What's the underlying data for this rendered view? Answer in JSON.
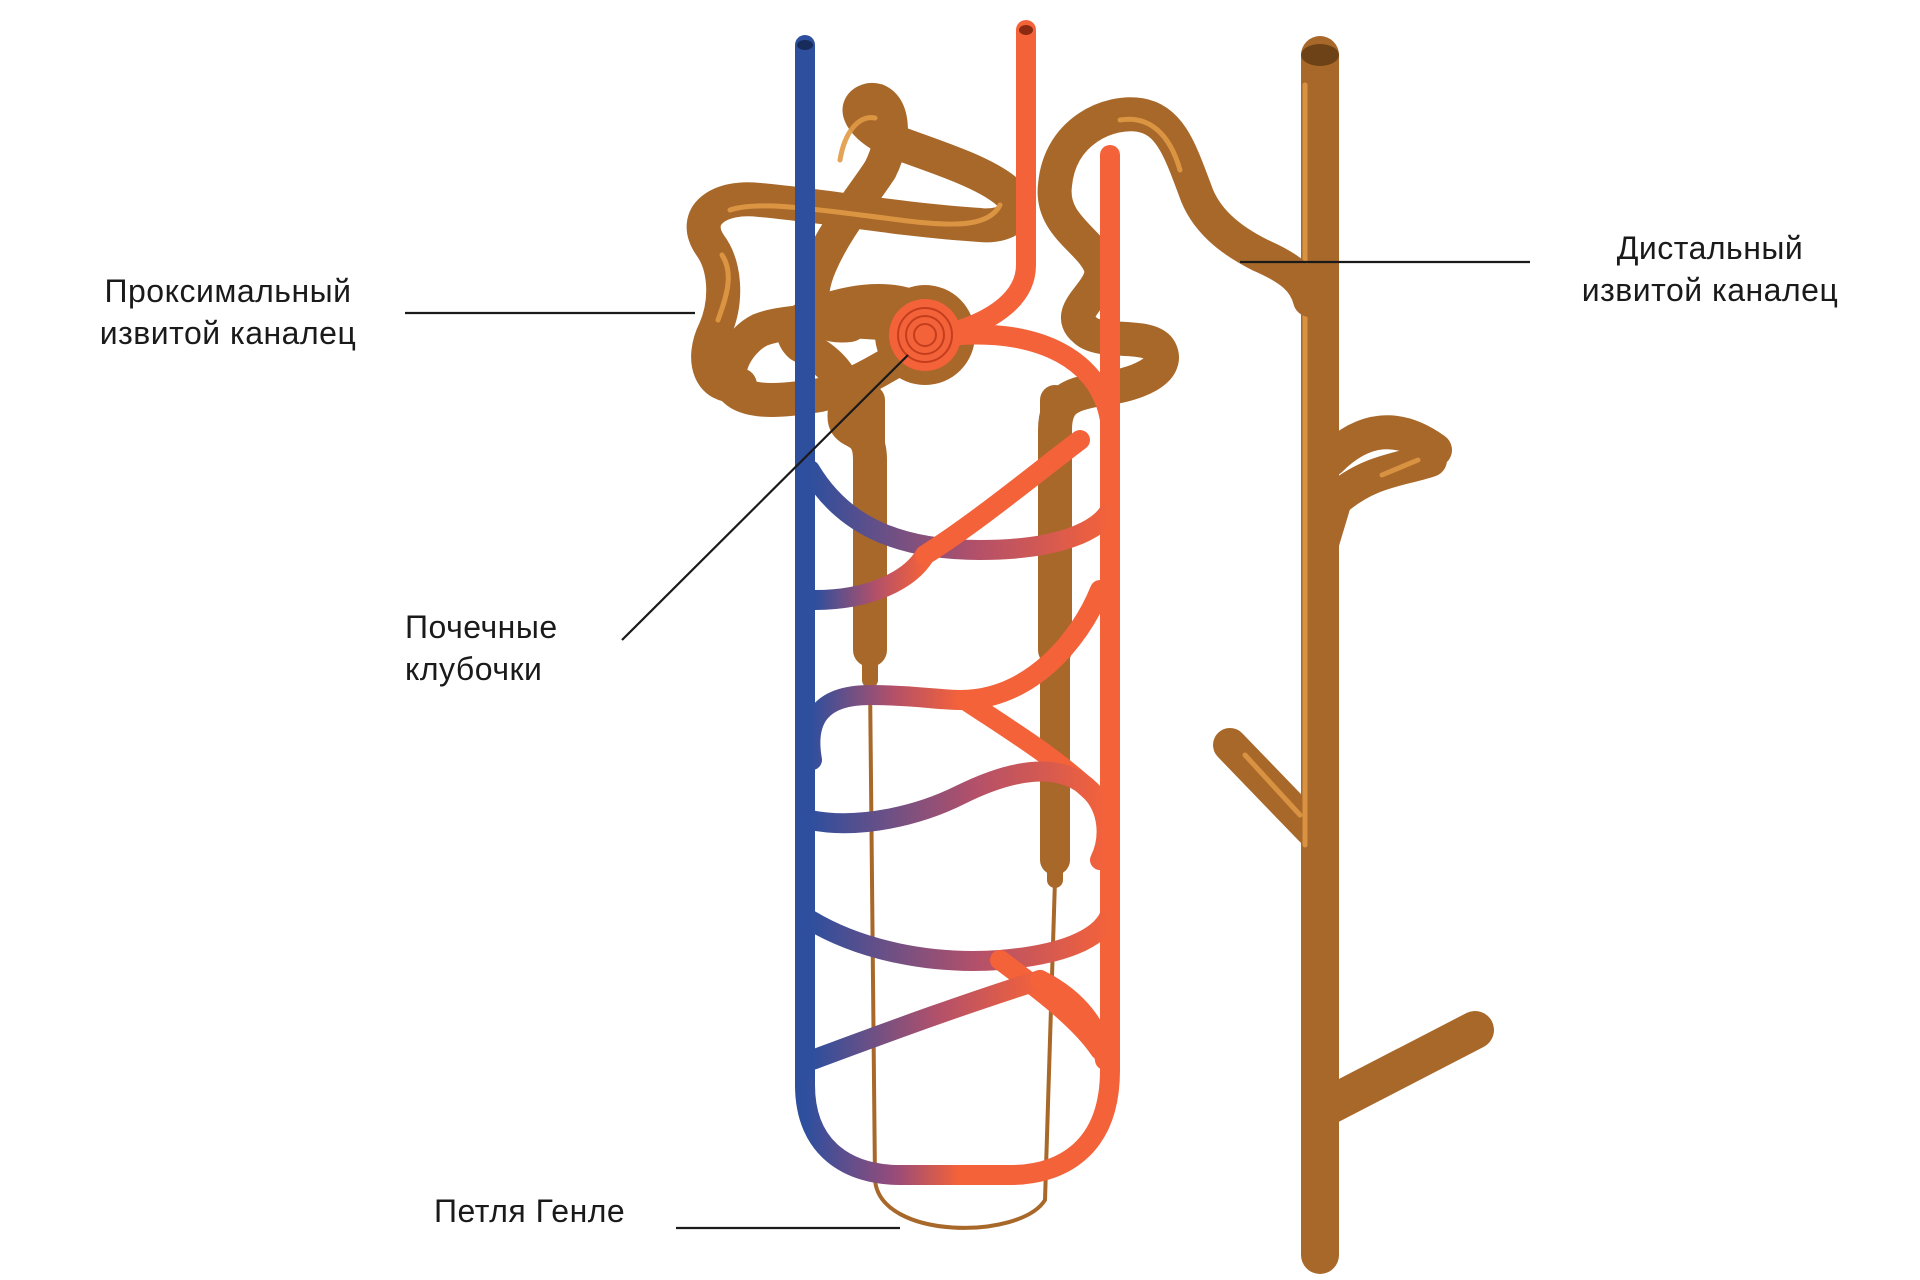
{
  "labels": {
    "proximal_line1": "Проксимальный",
    "proximal_line2": "извитой каналец",
    "distal_line1": "Дистальный",
    "distal_line2": "извитой каналец",
    "glomeruli_line1": "Почечные",
    "glomeruli_line2": "клубочки",
    "henle_loop": "Петля Генле"
  },
  "colors": {
    "tubule": "#a8682a",
    "tubule_highlight": "#e09a45",
    "artery": "#f4623a",
    "vein": "#2d4f9e",
    "leader": "#1a1a1a",
    "label": "#1a1a1a"
  },
  "icons": {
    "glomerulus": "glomerulus-icon",
    "nephron": "nephron-diagram"
  }
}
